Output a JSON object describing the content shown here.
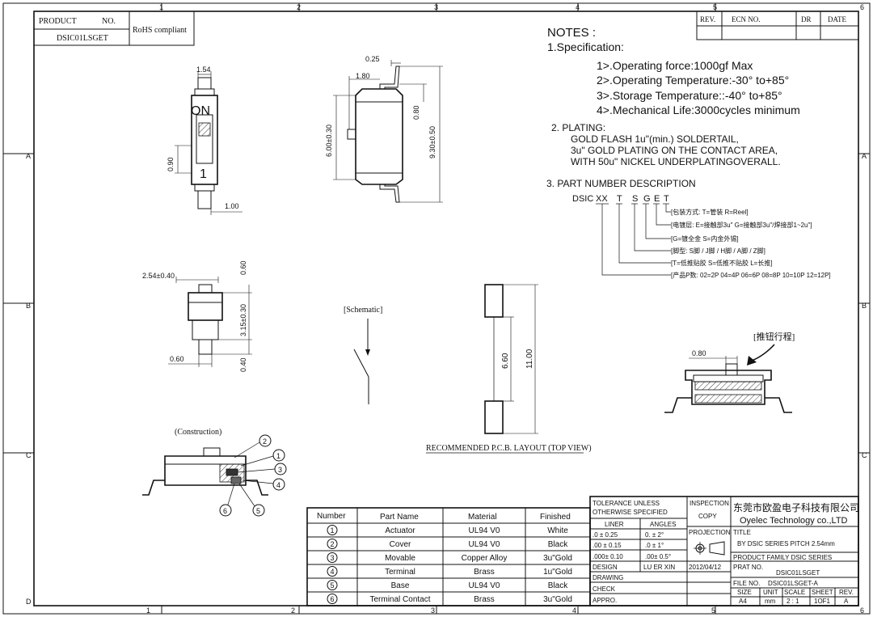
{
  "frame": {
    "columns": [
      "1",
      "2",
      "3",
      "4",
      "5",
      "6"
    ],
    "rows": [
      "A",
      "B",
      "C",
      "D"
    ]
  },
  "product_box": {
    "header_product": "PRODUCT",
    "header_no": "NO.",
    "code": "DSIC01LSGET",
    "rohs": "RoHS compliant"
  },
  "revision_table": {
    "headers": [
      "REV.",
      "ECN NO.",
      "DR",
      "DATE"
    ]
  },
  "notes": {
    "title": "NOTES :",
    "spec_heading": "1.Specification:",
    "specs": [
      "1>.Operating force:1000gf Max",
      "2>.Operating Temperature:-30° to+85°",
      "3>.Storage Temperature::-40° to+85°",
      "4>.Mechanical Life:3000cycles minimum"
    ],
    "plating_heading": "2. PLATING:",
    "plating_lines": [
      "GOLD FLASH 1u\"(min.) SOLDERTAIL,",
      "3u\" GOLD PLATING  ON THE CONTACT AREA,",
      "WITH 50u\" NICKEL UNDERPLATINGOVERALL."
    ],
    "part_heading": "3. PART NUMBER DESCRIPTION",
    "part_code": {
      "prefix": "DSIC",
      "xx": "XX",
      "t": "T",
      "s": "S",
      "g": "G",
      "e": "E",
      "t2": "T"
    },
    "part_descriptions": [
      "[包装方式: T=管装  R=Reel]",
      "[电镀层: E=接触部3u\" G=接触部3u\"/焊接部1~2u\"]",
      "[G=镀全金  S=内金外锡]",
      "[脚型: S脚 / J脚 / H脚 / A脚 / Z脚]",
      "[T=低推贴胶  S=低推不贴胶 L=长推]",
      "[产品P数: 02=2P 04=4P 06=6P 08=8P 10=10P 12=12P]"
    ]
  },
  "top_view": {
    "on_label": "ON",
    "num_label": "1",
    "dim_width": "1.54",
    "dim_height": "0.90",
    "dim_lead": "1.00"
  },
  "side_view": {
    "dim_top": "0.25",
    "dim_body": "1.80",
    "dim_left": "6.00±0.30",
    "dim_lead": "0.80",
    "dim_total": "9.30±0.50"
  },
  "front_view": {
    "dim_width": "2.54±0.40",
    "dim_top": "0.60",
    "dim_height": "3.15±0.30",
    "dim_bottom": "0.40",
    "dim_lead": "0.60"
  },
  "schematic": {
    "label": "[Schematic]"
  },
  "pcb_layout": {
    "dim_inner": "6.60",
    "dim_outer": "11.00",
    "caption": "RECOMMENDED P.C.B. LAYOUT (TOP VIEW)"
  },
  "stroke_view": {
    "label": "[推钮行程]",
    "dim": "0.80"
  },
  "construction": {
    "label": "(Construction)",
    "callouts": [
      "1",
      "2",
      "3",
      "4",
      "5",
      "6"
    ]
  },
  "bom": {
    "headers": [
      "Number",
      "Part Name",
      "Material",
      "Finished"
    ],
    "rows": [
      {
        "num": "1",
        "name": "Actuator",
        "material": "UL94 V0",
        "finish": "White"
      },
      {
        "num": "2",
        "name": "Cover",
        "material": "UL94 V0",
        "finish": "Black"
      },
      {
        "num": "3",
        "name": "Movable",
        "material": "Copper Alloy",
        "finish": "3u\"Gold"
      },
      {
        "num": "4",
        "name": "Terminal",
        "material": "Brass",
        "finish": "1u\"Gold"
      },
      {
        "num": "5",
        "name": "Base",
        "material": "UL94 V0",
        "finish": "Black"
      },
      {
        "num": "6",
        "name": "Terminal Contact",
        "material": "Brass",
        "finish": "3u\"Gold"
      }
    ]
  },
  "title_block": {
    "tolerance_title_1": "TOLERANCE UNLESS",
    "tolerance_title_2": "OTHERWISE SPECIFIED",
    "liner": "LINER",
    "angles": "ANGLES",
    "tol_rows": [
      {
        "liner": ".0  ±  0.25",
        "angle": "0.  ±  2°"
      },
      {
        "liner": ".00  ±  0.15",
        "angle": ".0  ±  1°"
      },
      {
        "liner": ".000±  0.10",
        "angle": ".00±  0.5°"
      }
    ],
    "inspection": "INSPECTION",
    "copy": "COPY",
    "projection": "PROJECTION",
    "design": "DESIGN",
    "designer": "LU ER XIN",
    "date": "2012/04/12",
    "drawing": "DRAWING",
    "check": "CHECK",
    "appro": "APPRO.",
    "company_cn": "东莞市欧盈电子科技有限公司",
    "company_en": "Oyelec Technology co.,LTD",
    "title_label": "TITLE",
    "title_value": "BY DSIC SERIES PITCH 2.54mm",
    "family": "PRODUCT FAMILY DSIC SERIES",
    "part_no_label": "PRAT NO.",
    "part_no_value": "DSIC01LSGET",
    "file_no_label": "FILE NO.",
    "file_no_value": "DSIC01LSGET-A",
    "size_headers": [
      "SIZE",
      "UNIT",
      "SCALE",
      "SHEET",
      "REV."
    ],
    "size_values": [
      "A4",
      "mm",
      "2 : 1",
      "1OF1",
      "A"
    ]
  }
}
